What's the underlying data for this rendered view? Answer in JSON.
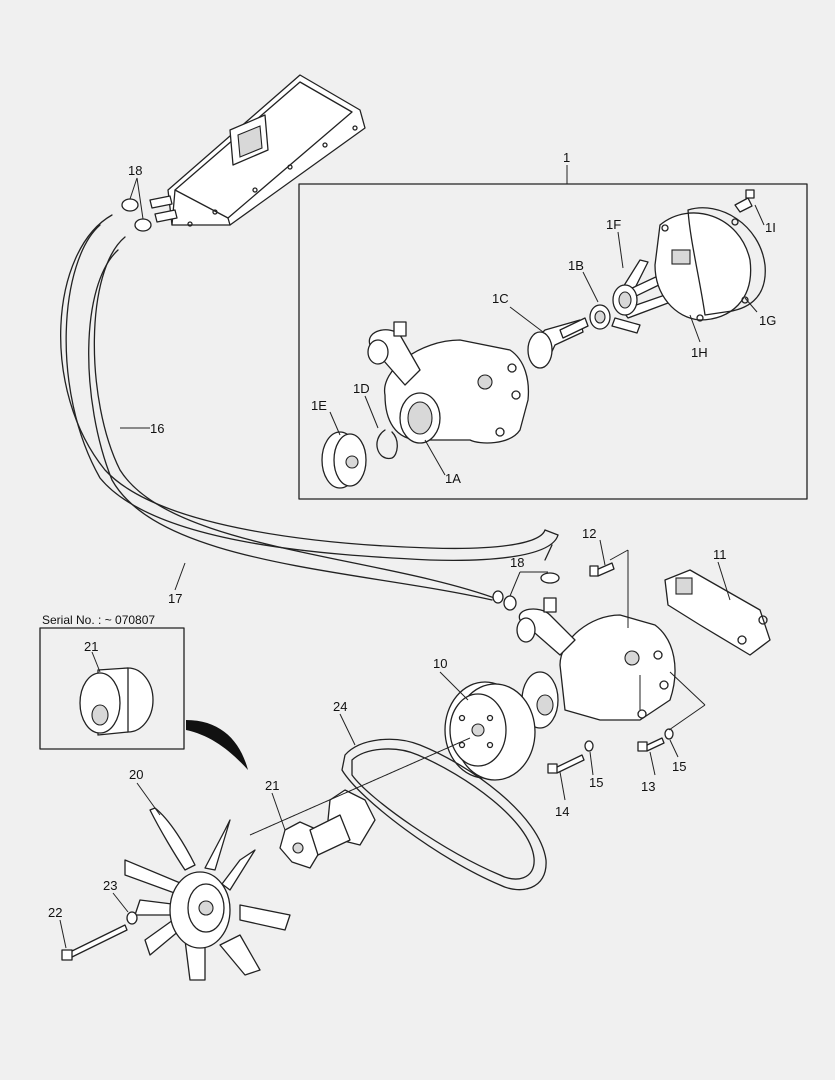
{
  "labels": {
    "p1": "1",
    "p1A": "1A",
    "p1B": "1B",
    "p1C": "1C",
    "p1D": "1D",
    "p1E": "1E",
    "p1F": "1F",
    "p1G": "1G",
    "p1H": "1H",
    "p1I": "1I",
    "p10": "10",
    "p11": "11",
    "p12": "12",
    "p13": "13",
    "p14": "14",
    "p15a": "15",
    "p15b": "15",
    "p16": "16",
    "p17": "17",
    "p18a": "18",
    "p18b": "18",
    "p20": "20",
    "p21a": "21",
    "p21b": "21",
    "p22": "22",
    "p23": "23",
    "p24": "24"
  },
  "serial_note": "Serial No. : ~ 070807"
}
